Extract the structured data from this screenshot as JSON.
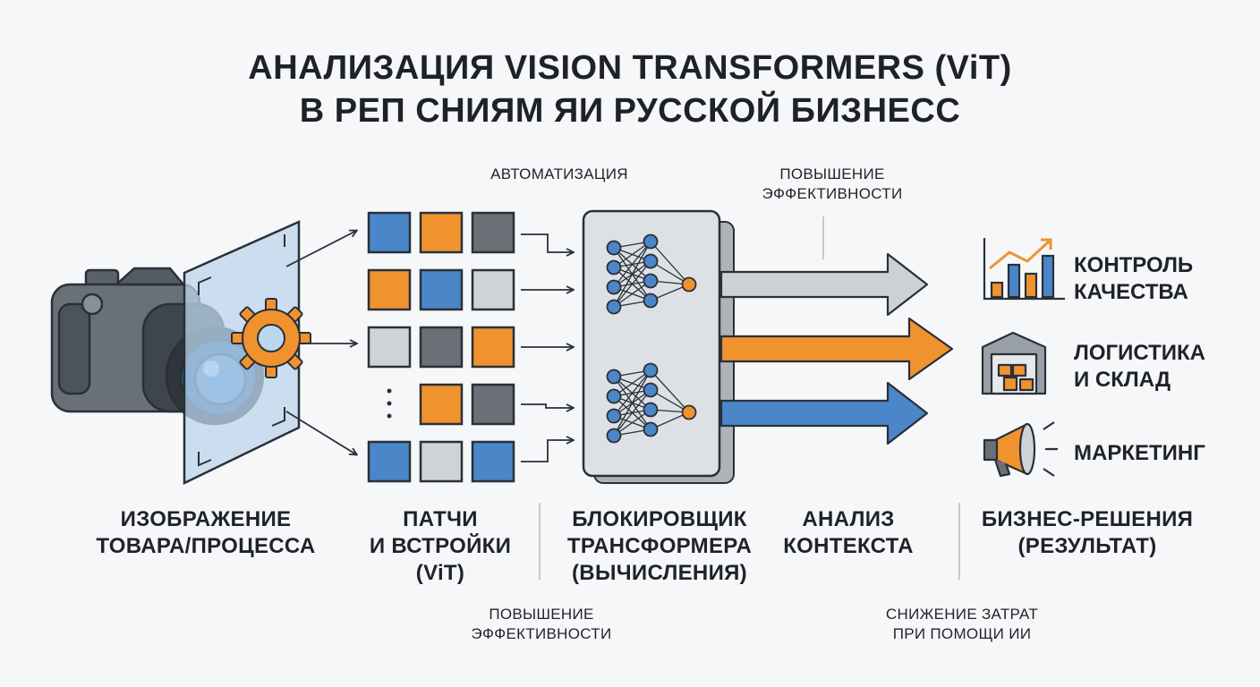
{
  "title": {
    "line1": "АНАЛИЗАЦИЯ VISION TRANSFORMERS (ViT)",
    "line2": "В РЕП СНИЯМ ЯИ РУССКОЙ БИЗНЕСС"
  },
  "annotations": {
    "automation": "АВТОМАТИЗАЦИЯ",
    "eff_top_1": "ПОВЫШЕНИЕ",
    "eff_top_2": "ЭФФЕКТИВНОСТИ",
    "eff_bottom_1": "ПОВЫШЕНИЕ",
    "eff_bottom_2": "ЭФФЕКТИВНОСТИ",
    "cost_1": "СНИЖЕНИЕ ЗАТРАТ",
    "cost_2": "ПРИ ПОМОЩИ ИИ"
  },
  "stages": {
    "image_1": "ИЗОБРАЖЕНИЕ",
    "image_2": "ТОВАРА/ПРОЦЕССА",
    "patches_1": "ПАТЧИ",
    "patches_2": "И ВСТРОЙКИ",
    "patches_3": "(ViT)",
    "block_1": "БЛОКИРОВЩИК",
    "block_2": "ТРАНСФОРМЕРА",
    "block_3": "(ВЫЧИСЛЕНИЯ)",
    "context_1": "АНАЛИЗ",
    "context_2": "КОНТЕКСТА",
    "business_1": "БИЗНЕС-РЕШЕНИЯ",
    "business_2": "(РЕЗУЛЬТАТ)"
  },
  "outputs": {
    "quality_1": "КОНТРОЛЬ",
    "quality_2": "КАЧЕСТВА",
    "logistics_1": "ЛОГИСТИКА",
    "logistics_2": "И СКЛАД",
    "marketing": "МАРКЕТИНГ"
  },
  "icons": [
    "camera-icon",
    "gear-icon",
    "neural-network-icon",
    "bar-chart-icon",
    "warehouse-icon",
    "megaphone-icon"
  ],
  "colors": {
    "blue": "#4a86c8",
    "orange": "#f0922e",
    "dark_gray": "#6b7077",
    "light_gray": "#cfd3d8",
    "outline": "#2a3038"
  }
}
